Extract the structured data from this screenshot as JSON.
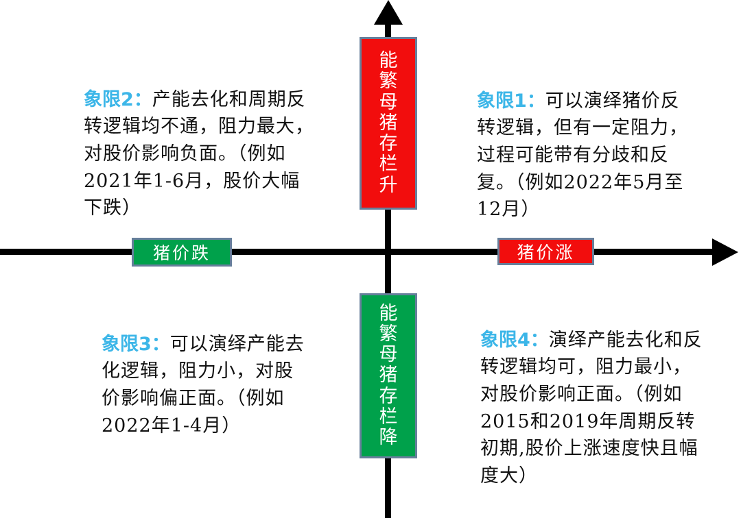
{
  "diagram": {
    "type": "four-quadrant-matrix",
    "title": "",
    "colors": {
      "up_red": "#f20d0d",
      "down_green": "#00a14b",
      "box_border": "#667f9b",
      "axis": "#000000",
      "quadrant_label": "#3cb6e8",
      "body_text": "#111111",
      "box_text": "#ffffff"
    },
    "axes": {
      "vertical": {
        "name": "sow-inventory-axis",
        "positive_label": "能繁母猪存栏升",
        "negative_label": "能繁母猪存栏降",
        "positive_chars": [
          "能",
          "繁",
          "母",
          "猪",
          "存",
          "栏",
          "升"
        ],
        "negative_chars": [
          "能",
          "繁",
          "母",
          "猪",
          "存",
          "栏",
          "降"
        ],
        "arrow": "up"
      },
      "horizontal": {
        "name": "pig-price-axis",
        "positive_label": "猪价涨",
        "negative_label": "猪价跌",
        "arrow": "right"
      }
    },
    "quadrants": [
      {
        "id": "quadrant-1",
        "label": "象限1：",
        "position": "top-right",
        "text": "可以演绎猪价反转逻辑，但有一定阻力，过程可能带有分歧和反复。（例如2022年5月至12月）",
        "lines": [
          "可以演绎猪",
          "价反转逻辑，但有一",
          "定阻力，过程可能带",
          "有分歧和反复。（例",
          "如2022年5月至12月）"
        ]
      },
      {
        "id": "quadrant-2",
        "label": "象限2：",
        "position": "top-left",
        "text": "产能去化和周期反转逻辑均不通，阻力最大，对股价影响负面。（例如2021年1-6月，股价大幅下跌）",
        "lines": [
          "产能去化和",
          "周期反转逻辑均不通，",
          "阻力最大，对股价影",
          "响负面。（例如",
          "2021年1-6月，股价",
          "大幅下跌）"
        ]
      },
      {
        "id": "quadrant-3",
        "label": "象限3：",
        "position": "bottom-left",
        "text": "可以演绎产能去化逻辑，阻力小，对股价影响偏正面。（例如2022年1-4月）",
        "lines": [
          "可以演绎产",
          "能去化逻辑，阻力",
          "小，对股价影响偏",
          "正面。（例如2022",
          "年1-4月）"
        ]
      },
      {
        "id": "quadrant-4",
        "label": "象限4：",
        "position": "bottom-right",
        "text": "演绎产能去化和反转逻辑均可，阻力最小，对股价影响正面。（例如2015和2019年周期反转初期,股价上涨速度快且幅度大）",
        "lines": [
          "演绎产能去化",
          "和反转逻辑均可，阻力",
          "最小，对股价影响正面。",
          "（例如2015和2019年",
          "周期反转初期,股价上",
          "涨速度快且幅度大）"
        ]
      }
    ]
  }
}
